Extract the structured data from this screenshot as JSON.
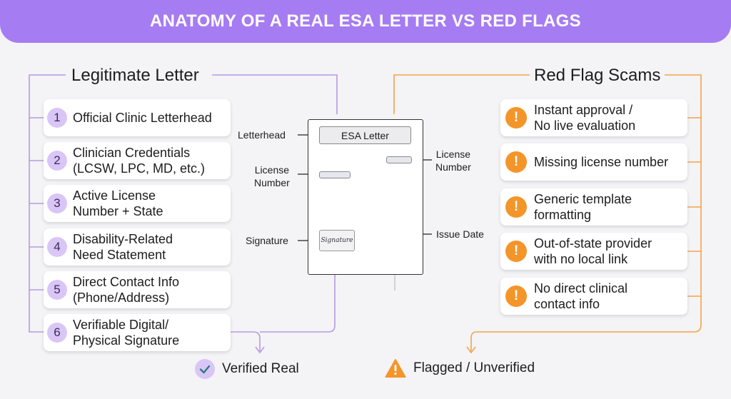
{
  "header": {
    "title": "ANATOMY OF A REAL ESA LETTER VS RED FLAGS"
  },
  "legitimate": {
    "title": "Legitimate Letter",
    "items": [
      {
        "number": "1",
        "text": "Official Clinic Letterhead"
      },
      {
        "number": "2",
        "text": "Clinician Credentials\n(LCSW, LPC, MD, etc.)"
      },
      {
        "number": "3",
        "text": "Active License\nNumber + State"
      },
      {
        "number": "4",
        "text": "Disability-Related\nNeed Statement"
      },
      {
        "number": "5",
        "text": "Direct Contact Info\n(Phone/Address)"
      },
      {
        "number": "6",
        "text": "Verifiable Digital/\nPhysical Signature"
      }
    ]
  },
  "red_flags": {
    "title": "Red Flag Scams",
    "items": [
      {
        "icon": "!",
        "text": "Instant approval /\nNo live evaluation"
      },
      {
        "icon": "!",
        "text": "Missing license number"
      },
      {
        "icon": "!",
        "text": "Generic template\nformatting"
      },
      {
        "icon": "!",
        "text": "Out-of-state provider\nwith no local link"
      },
      {
        "icon": "!",
        "text": "No direct clinical\ncontact info"
      }
    ]
  },
  "document": {
    "title": "ESA Letter",
    "signature": "Signature",
    "labels": {
      "letterhead": "Letterhead",
      "license_left": "License\nNumber",
      "license_right": "License\nNumber",
      "signature": "Signature",
      "issue_date": "Issue Date"
    }
  },
  "legend": {
    "verified": "Verified Real",
    "flagged": "Flagged / Unverified"
  },
  "colors": {
    "purple": "#a67cf2",
    "purple_light": "#d9c6f7",
    "orange": "#f4952a"
  }
}
